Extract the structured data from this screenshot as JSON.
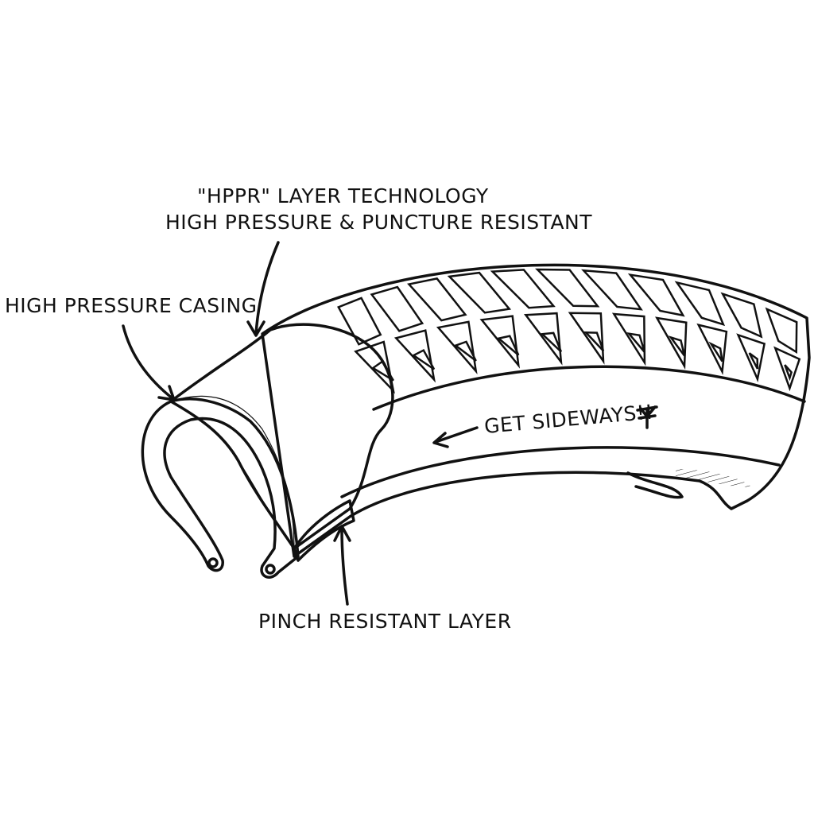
{
  "labels": {
    "hppr_title": "\"HPPR\" LAYER TECHNOLOGY",
    "hppr_subtitle": "HIGH PRESSURE & PUNCTURE RESISTANT",
    "casing": "HIGH PRESSURE CASING",
    "pinch": "PINCH RESISTANT LAYER",
    "sidewall_text": "GET SIDEWAYS!!",
    "logo": "F"
  },
  "colors": {
    "ink": "#111111",
    "paper": "#ffffff"
  }
}
